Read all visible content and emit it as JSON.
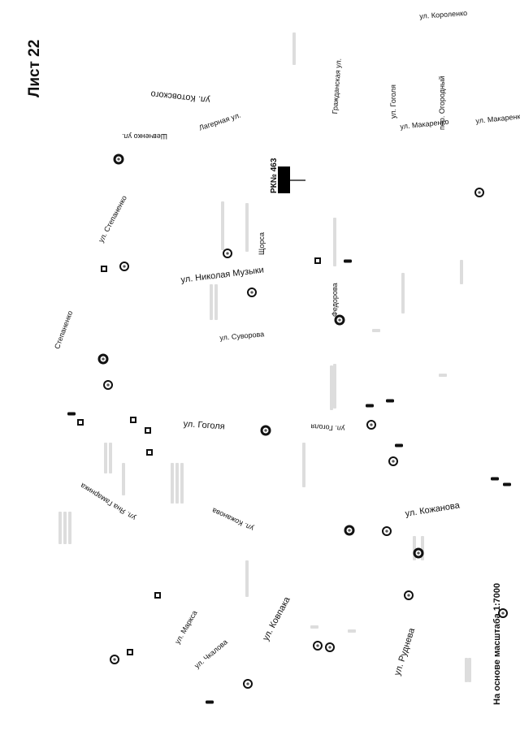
{
  "sheet": {
    "title": "Лист  22"
  },
  "scale_note": "На основе масштаба 1:7000",
  "rk_label": "РК№ 463",
  "streets": [
    {
      "id": "korolenko",
      "text": "ул. Короленко"
    },
    {
      "id": "kotovskogo",
      "text": "ул. Котовского"
    },
    {
      "id": "stepanenko-top",
      "text": "ул. Степаненко"
    },
    {
      "id": "stepanenko-left",
      "text": "Степаненко"
    },
    {
      "id": "muzyki",
      "text": "ул. Николая Музыки"
    },
    {
      "id": "suvorova",
      "text": "ул. Суворова"
    },
    {
      "id": "gogolya-left",
      "text": "ул. Гоголя"
    },
    {
      "id": "gogolya-right",
      "text": "ул. Гоголя"
    },
    {
      "id": "kozhanova-right",
      "text": "ул. Кожанова"
    },
    {
      "id": "kozhanova-left",
      "text": "ул. Кожанова"
    },
    {
      "id": "gamarnika",
      "text": "ул. Яна Гамарника"
    },
    {
      "id": "kovpaka",
      "text": "ул. Ковпака"
    },
    {
      "id": "rudneva",
      "text": "ул. Руднева"
    },
    {
      "id": "makarenko-1",
      "text": "ул. Макаренко"
    },
    {
      "id": "makarenko-2",
      "text": "ул. Макаренко"
    },
    {
      "id": "grazhdanskaya",
      "text": "Гражданская ул."
    },
    {
      "id": "lagernaya",
      "text": "Лагерная ул."
    },
    {
      "id": "shevchenko",
      "text": "Шевченко ул."
    },
    {
      "id": "shchorsa",
      "text": "Щорса"
    },
    {
      "id": "fedorova",
      "text": "Федорова"
    },
    {
      "id": "marksa",
      "text": "ул. Маркса"
    },
    {
      "id": "chkalova",
      "text": "ул. Чкалова"
    },
    {
      "id": "gogolya-vert",
      "text": "ул. Гоголя"
    },
    {
      "id": "pereulok",
      "text": "пер. Огородный"
    }
  ]
}
